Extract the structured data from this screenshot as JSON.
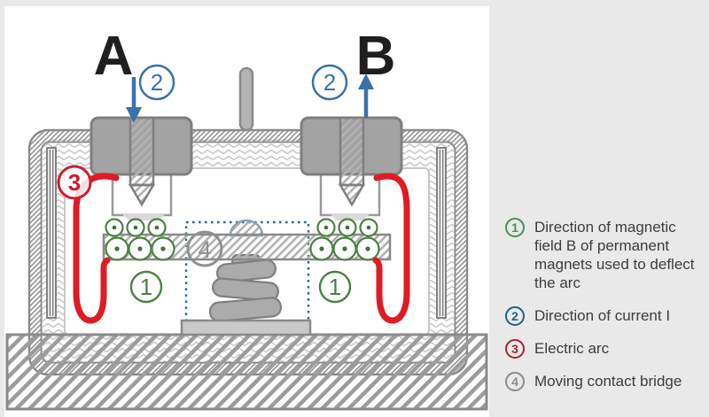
{
  "diagram": {
    "terminal_a": "A",
    "terminal_b": "B",
    "callouts": {
      "field": "1",
      "current": "2",
      "arc": "3",
      "bridge": "4"
    }
  },
  "legend": {
    "items": [
      {
        "number": "1",
        "label": "Direction of magnetic\nfield B of permanent\nmagnets used to deflect\nthe arc",
        "color": "#4d9150"
      },
      {
        "number": "2",
        "label": "Direction of current I",
        "color": "#1d6089"
      },
      {
        "number": "3",
        "label": "Electric arc",
        "color": "#a92433"
      },
      {
        "number": "4",
        "label": "Moving contact bridge",
        "color": "#8c8c8c"
      }
    ]
  },
  "colors": {
    "arc_red": "#e01b24",
    "current_blue": "#3a72aa",
    "field_green": "#4f8044",
    "structure_gray": "#8a8a8a",
    "legend_text": "#3d3d3d",
    "panel_background": "#e9e9e9",
    "card_background": "#ffffff"
  }
}
